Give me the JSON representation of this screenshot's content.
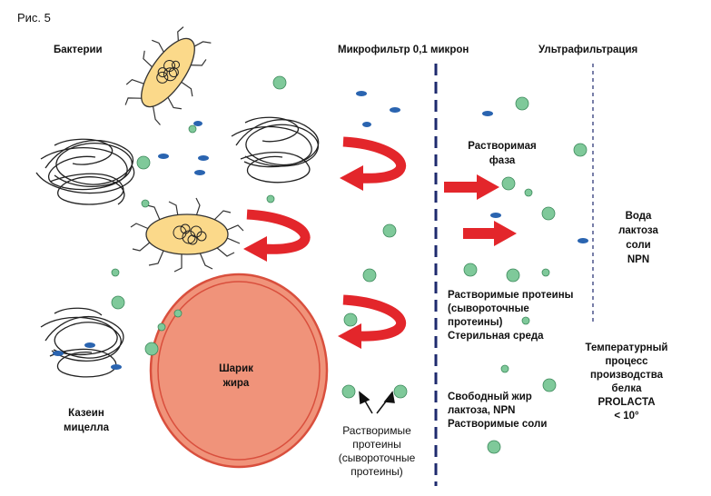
{
  "figure_label": "Рис. 5",
  "labels": {
    "bacteria": "Бактерии",
    "microfilter": "Микрофильтр 0,1 микрон",
    "ultrafiltration": "Ультрафильтрация",
    "soluble_phase": [
      "Растворимая",
      "фаза"
    ],
    "water_lines": [
      "Вода",
      "лактоза",
      "соли",
      "NPN"
    ],
    "soluble_proteins_mid": [
      "Растворимые протеины",
      "(сывороточные",
      "протеины)",
      "Стерильная среда"
    ],
    "free_fat": [
      "Свободный жир",
      "лактоза, NPN",
      "Растворимые соли"
    ],
    "temp_process": [
      "Температурный",
      "процесс",
      "производства",
      "белка",
      "PROLACTA",
      "< 10°"
    ],
    "fat_globule": [
      "Шарик",
      "жира"
    ],
    "casein_micelle": [
      "Казеин",
      "мицелла"
    ],
    "soluble_proteins_bottom": [
      "Растворимые",
      "протеины",
      "(сывороточные",
      "протеины)"
    ]
  },
  "colors": {
    "arrow_red": "#e3262b",
    "protein_green": "#7fc99a",
    "bacteria_fill": "#fbd98a",
    "fat_fill": "#f0937a",
    "fat_stroke": "#d94f3d",
    "divider_blue": "#1e2a6e",
    "molecule_blue": "#2a64b0"
  }
}
